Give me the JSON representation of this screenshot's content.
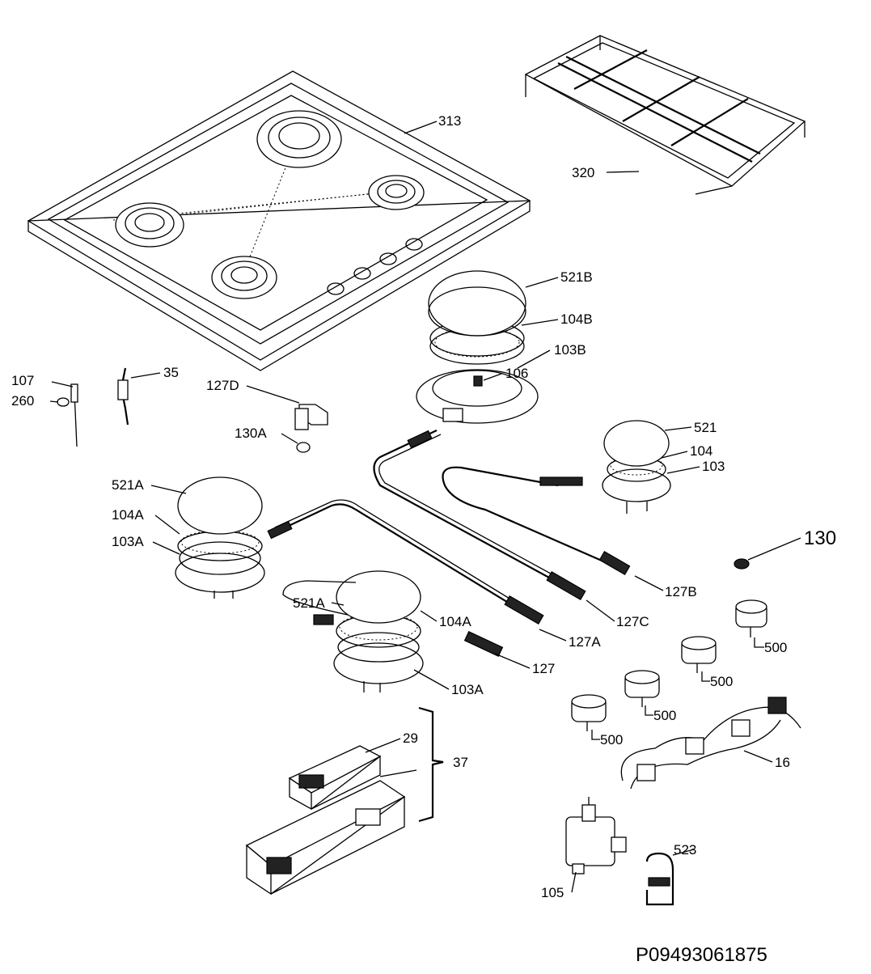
{
  "diagram": {
    "code": "P09493061875",
    "labels": {
      "l313": "313",
      "l320": "320",
      "l521B": "521B",
      "l104B": "104B",
      "l103B": "103B",
      "l106": "106",
      "l107": "107",
      "l260": "260",
      "l35": "35",
      "l127D": "127D",
      "l130A": "130A",
      "l521": "521",
      "l104": "104",
      "l103": "103",
      "l521A_1": "521A",
      "l104A_1": "104A",
      "l103A_1": "103A",
      "l130": "130",
      "l127B": "127B",
      "l127C": "127C",
      "l521A_2": "521A",
      "l104A_2": "104A",
      "l127A": "127A",
      "l127": "127",
      "l103A_2": "103A",
      "l500_1": "500",
      "l500_2": "500",
      "l500_3": "500",
      "l500_4": "500",
      "l29": "29",
      "l37": "37",
      "l16": "16",
      "l523": "523",
      "l105": "105"
    }
  }
}
